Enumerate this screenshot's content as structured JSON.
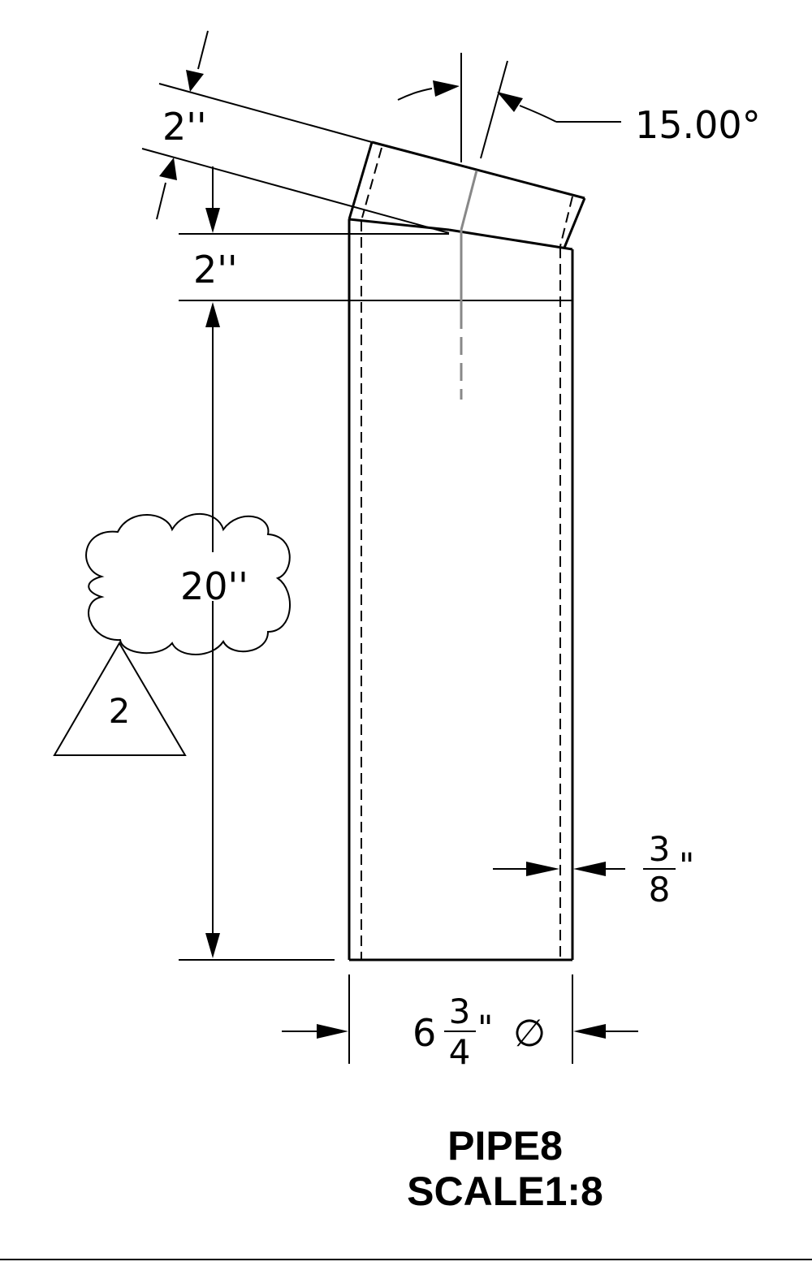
{
  "dimensions": {
    "wall_thickness_angled": "2''",
    "cut_rise": "2''",
    "height": "20''",
    "angle": "15.00°",
    "wall_fraction_num": "3",
    "wall_fraction_den": "8",
    "wall_fraction_unit": "\"",
    "diameter_whole": "6",
    "diameter_num": "3",
    "diameter_den": "4",
    "diameter_unit": "\"",
    "diameter_symbol": "∅"
  },
  "revision": {
    "number": "2"
  },
  "title": {
    "name": "PIPE8",
    "scale": "SCALE1:8"
  }
}
